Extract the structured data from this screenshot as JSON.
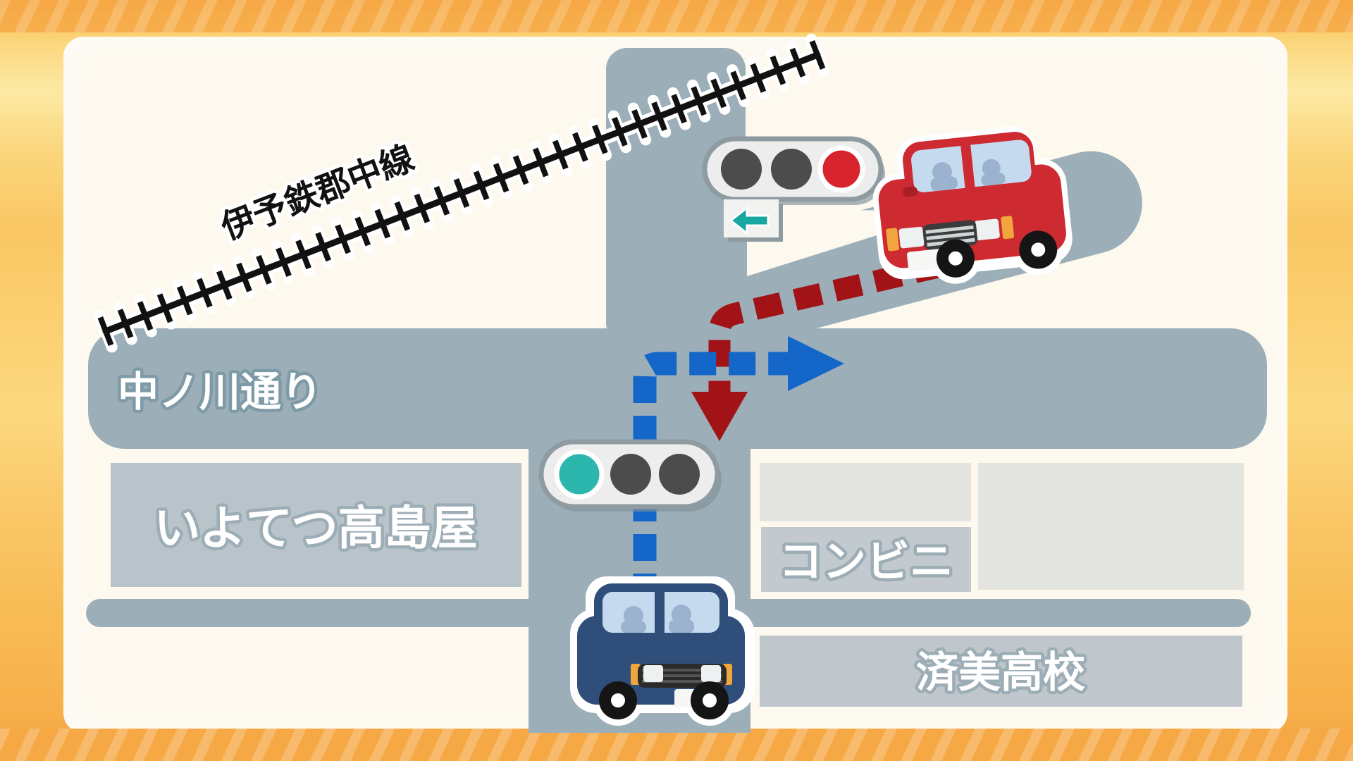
{
  "title_context": "traffic-intersection-news-map",
  "labels": {
    "railway": "伊予鉄郡中線",
    "main_road": "中ノ川通り",
    "building_takashimaya": "いよてつ高島屋",
    "building_konbini": "コンビニ",
    "building_saibi": "済美高校"
  },
  "traffic_lights": {
    "north_signal": {
      "lights": [
        "off",
        "off",
        "red"
      ],
      "lit": "red",
      "sub_sign": "left-arrow"
    },
    "south_signal": {
      "lights": [
        "green",
        "off",
        "off"
      ],
      "lit": "green"
    }
  },
  "vehicles": {
    "red_car": {
      "color_name": "red",
      "location": "northeast diagonal road",
      "path": "southwest along diagonal road, then turning south through intersection",
      "path_color": "#a11317"
    },
    "blue_car": {
      "color_name": "dark blue",
      "location": "south road below intersection",
      "path": "northbound, then right turn to eastbound on main road",
      "path_color": "#1466c8"
    }
  },
  "colors": {
    "background_orange": "#f8bc55",
    "card_cream": "#fdf9ef",
    "road_gray": "#9cafb9",
    "building_gray": "#b9c3ca",
    "building_light_gray": "#e4e4e1",
    "building_mid_gray": "#c2c9cf",
    "signal_body": "#ecedec",
    "signal_border": "#8e9ba1",
    "signal_off": "#4c4c4c",
    "signal_red": "#d8242d",
    "signal_green": "#2bb7ae",
    "arrow_sign_teal": "#16a8a0",
    "railway_black": "#111111",
    "red_car_body": "#cd2a31",
    "blue_car_body": "#2f4f7a"
  }
}
